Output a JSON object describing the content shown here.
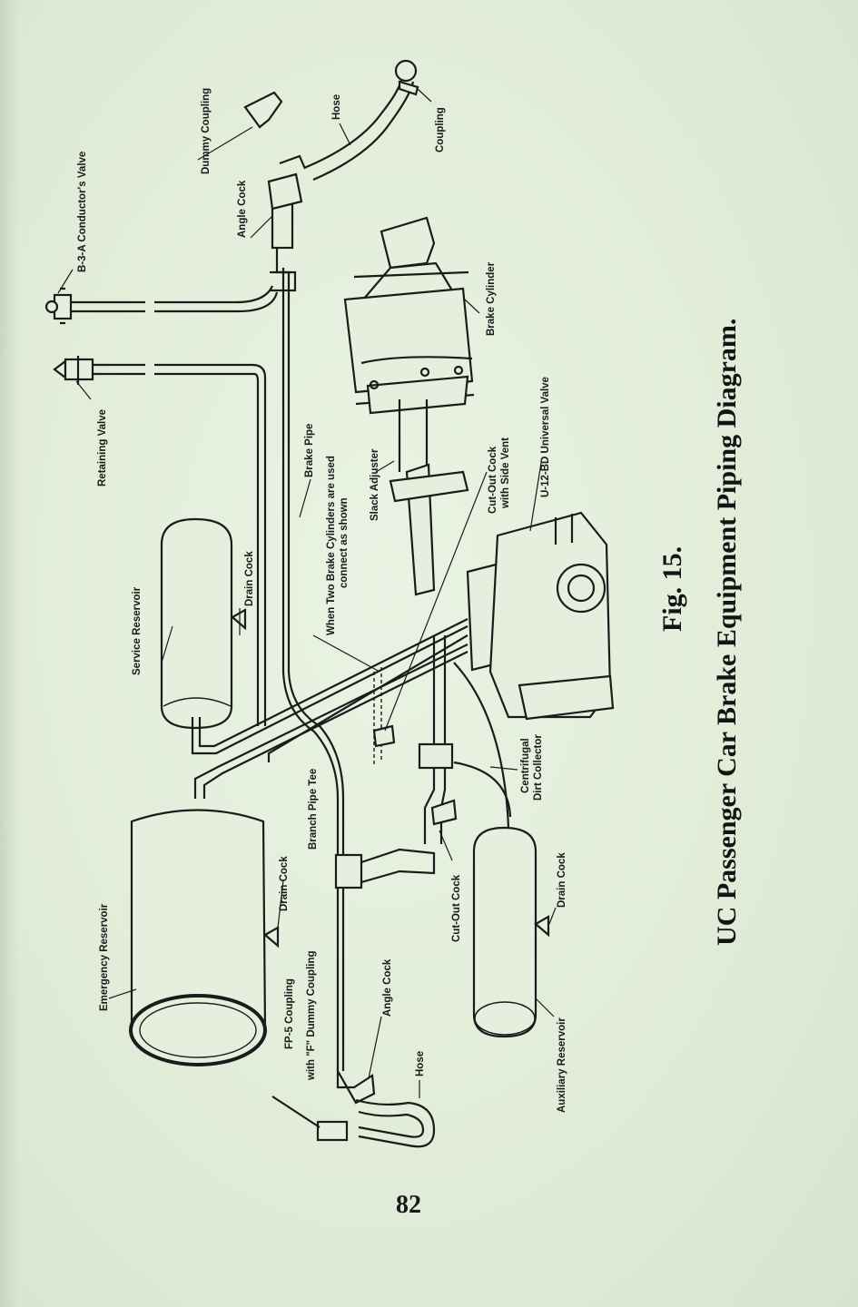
{
  "page_number": "82",
  "caption": {
    "figure": "Fig. 15.",
    "title": "UC Passenger Car Brake Equipment Piping Diagram."
  },
  "labels": {
    "conductors_valve": "B-3-A Conductor's Valve",
    "dummy_coupling_top": "Dummy Coupling",
    "hose_top": "Hose",
    "coupling_top": "Coupling",
    "angle_cock_top": "Angle Cock",
    "retaining_valve": "Retaining Valve",
    "brake_cylinder": "Brake Cylinder",
    "brake_pipe": "Brake Pipe",
    "two_cylinders_note_1": "When Two Brake Cylinders are used",
    "two_cylinders_note_2": "connect as shown",
    "slack_adjuster": "Slack Adjuster",
    "cutout_side_vent_1": "Cut-Out Cock",
    "cutout_side_vent_2": "with Side Vent",
    "universal_valve": "U-12-BD Universal Valve",
    "service_reservoir": "Service Reservoir",
    "drain_cock_service": "Drain Cock",
    "centrifugal_1": "Centrifugal",
    "centrifugal_2": "Dirt Collector",
    "branch_pipe_tee": "Branch Pipe Tee",
    "cut_out_cock": "Cut-Out Cock",
    "drain_cock_aux": "Drain Cock",
    "emergency_reservoir": "Emergency Reservoir",
    "drain_cock_emergency": "Drain Cock",
    "fp5_coupling_1": "FP-5 Coupling",
    "fp5_coupling_2": "with \"F\" Dummy Coupling",
    "angle_cock_bottom": "Angle Cock",
    "hose_bottom": "Hose",
    "auxiliary_reservoir": "Auxiliary Reservoir"
  }
}
